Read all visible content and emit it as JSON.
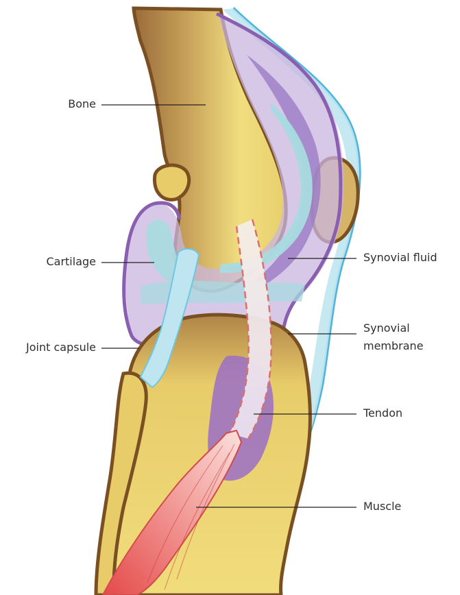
{
  "diagram": {
    "labels": {
      "bone": "Bone",
      "cartilage": "Cartilage",
      "joint_capsule": "Joint capsule",
      "synovial_fluid": "Synovial fluid",
      "synovial_membrane": "Synovial membrane",
      "tendon": "Tendon",
      "muscle": "Muscle"
    },
    "colors": {
      "bone_light": "#efd97a",
      "bone_dark": "#9a6b3a",
      "bone_outline": "#7a4f22",
      "synovial_membrane": "#8a5fb0",
      "synovial_fluid": "#c9b6e0",
      "cartilage": "#a8dbe0",
      "skin_blue": "#4fb3dd",
      "muscle": "#e86a6a",
      "tendon_dash": "#d9706b",
      "leader_line": "#222222"
    }
  }
}
